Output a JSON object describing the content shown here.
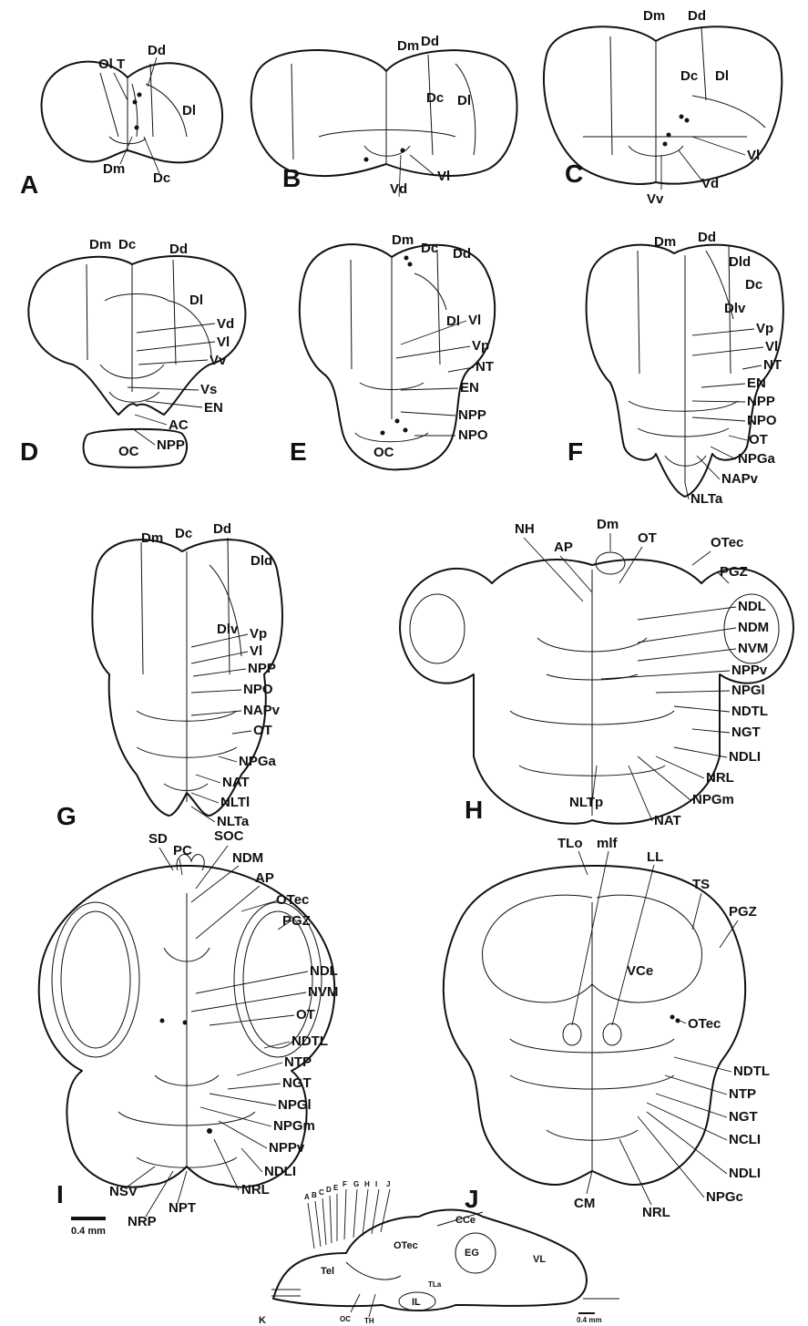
{
  "panels": {
    "A": {
      "letter": "A",
      "labels": {
        "olt": "Ol T",
        "dd": "Dd",
        "dl": "Dl",
        "dm": "Dm",
        "dc": "Dc"
      }
    },
    "B": {
      "letter": "B",
      "labels": {
        "dm": "Dm",
        "dd": "Dd",
        "dc": "Dc",
        "dl": "Dl",
        "vd": "Vd",
        "vl": "Vl"
      }
    },
    "C": {
      "letter": "C",
      "labels": {
        "dm": "Dm",
        "dd": "Dd",
        "dc": "Dc",
        "dl": "Dl",
        "vl": "Vl",
        "vv": "Vv",
        "vd": "Vd"
      }
    },
    "D": {
      "letter": "D",
      "labels": {
        "dm": "Dm",
        "dc": "Dc",
        "dd": "Dd",
        "dl": "Dl",
        "vd": "Vd",
        "vl": "Vl",
        "vv": "Vv",
        "vs": "Vs",
        "en": "EN",
        "ac": "AC",
        "npp": "NPP",
        "oc": "OC"
      }
    },
    "E": {
      "letter": "E",
      "labels": {
        "dm": "Dm",
        "dc": "Dc",
        "dd": "Dd",
        "dl": "Dl",
        "vl": "Vl",
        "vp": "Vp",
        "nt": "NT",
        "en": "EN",
        "npp": "NPP",
        "npo": "NPO",
        "oc": "OC"
      }
    },
    "F": {
      "letter": "F",
      "labels": {
        "dm": "Dm",
        "dd": "Dd",
        "dld": "Dld",
        "dc": "Dc",
        "dlv": "Dlv",
        "vp": "Vp",
        "vl": "Vl",
        "nt": "NT",
        "en": "EN",
        "npp": "NPP",
        "npo": "NPO",
        "ot": "OT",
        "npga": "NPGa",
        "napv": "NAPv",
        "nlta": "NLTa"
      }
    },
    "G": {
      "letter": "G",
      "labels": {
        "dm": "Dm",
        "dc": "Dc",
        "dd": "Dd",
        "dld": "Dld",
        "dlv": "Dlv",
        "vp": "Vp",
        "vl": "Vl",
        "npp": "NPP",
        "npo": "NPO",
        "napv": "NAPv",
        "ot": "OT",
        "npga": "NPGa",
        "nat": "NAT",
        "nltl": "NLTl",
        "nlta": "NLTa"
      }
    },
    "H": {
      "letter": "H",
      "labels": {
        "nh": "NH",
        "ap": "AP",
        "dm": "Dm",
        "ot": "OT",
        "otec": "OTec",
        "pgz": "PGZ",
        "ndl": "NDL",
        "ndm": "NDM",
        "nvm": "NVM",
        "nppv": "NPPv",
        "npgl": "NPGl",
        "ndtl": "NDTL",
        "ngt": "NGT",
        "ndli": "NDLI",
        "nrl": "NRL",
        "npgm": "NPGm",
        "nat": "NAT",
        "nltp": "NLTp"
      }
    },
    "I": {
      "letter": "I",
      "labels": {
        "sd": "SD",
        "pc": "PC",
        "soc": "SOC",
        "ndm": "NDM",
        "ap": "AP",
        "otec": "OTec",
        "pgz": "PGZ",
        "ndl": "NDL",
        "nvm": "NVM",
        "ot": "OT",
        "ndtl": "NDTL",
        "ntp": "NTP",
        "ngt": "NGT",
        "npgl": "NPGl",
        "npgm": "NPGm",
        "nppv": "NPPv",
        "ndli": "NDLI",
        "nrl": "NRL",
        "nsv": "NSV",
        "npt": "NPT",
        "nrp": "NRP"
      }
    },
    "J": {
      "letter": "J",
      "labels": {
        "tlo": "TLo",
        "mlf": "mlf",
        "ll": "LL",
        "ts": "TS",
        "pgz": "PGZ",
        "vce": "VCe",
        "otec": "OTec",
        "ndtl": "NDTL",
        "ntp": "NTP",
        "ngt": "NGT",
        "ncli": "NCLI",
        "ndli": "NDLI",
        "npgc": "NPGc",
        "cm": "CM",
        "nrl": "NRL"
      }
    },
    "K": {
      "letter": "K",
      "labels": {
        "otec": "OTec",
        "cce": "CCe",
        "eg": "EG",
        "vl": "VL",
        "tel": "Tel",
        "tla": "TLa",
        "il": "IL",
        "oc": "OC",
        "th": "TH"
      },
      "section_letters": [
        "A",
        "B",
        "C",
        "D",
        "E",
        "F",
        "G",
        "H",
        "I",
        "J"
      ],
      "scale": "0.4 mm"
    }
  },
  "scale_bar": "0.4 mm"
}
